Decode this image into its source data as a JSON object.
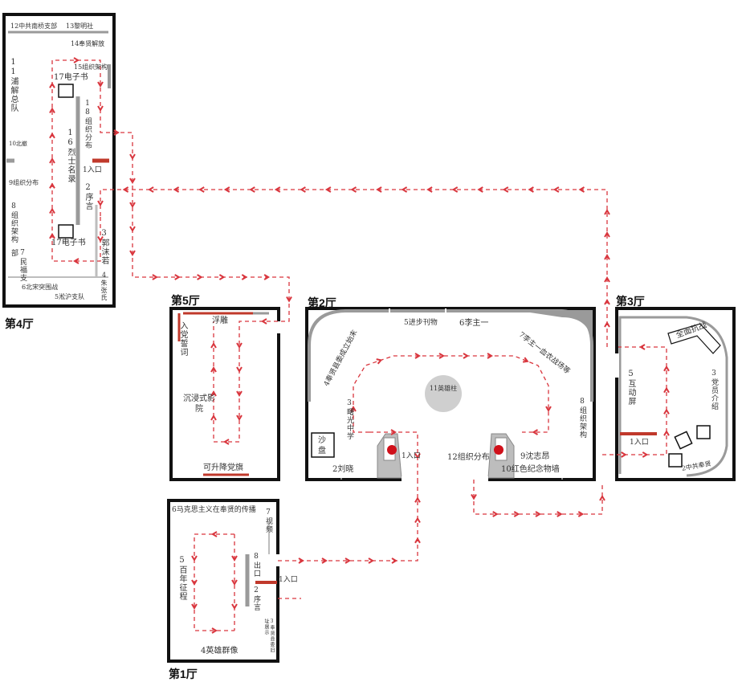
{
  "halls": {
    "h1": {
      "title": "第1厅"
    },
    "h2": {
      "title": "第2厅"
    },
    "h3": {
      "title": "第3厅"
    },
    "h4": {
      "title": "第4厅"
    },
    "h5": {
      "title": "第5厅"
    }
  },
  "hall4": {
    "l12": "12中共南桥支部",
    "l13": "13黎明社",
    "l14": "14奉贤解放",
    "l15": "15组织架构",
    "l11": "11浦解总队",
    "l17a": "17电子书",
    "l18": "18组织分布",
    "l10": "10北撤",
    "l16": "16烈士名录",
    "entry": "1入口",
    "l9": "9组织分布",
    "l2": "2序言",
    "l8": "8组织架构",
    "l3": "3郭沫若",
    "l7": "7民福支部",
    "l17b": "17电子书",
    "l4": "4朱张氏",
    "l6": "6北宋突围战",
    "l5": "5淞沪支队"
  },
  "hall5": {
    "top": "浮雕",
    "oath": "入党誓词",
    "cinema": "沉浸式影院",
    "flag": "可升降党旗"
  },
  "hall2": {
    "l5": "5进步刊物",
    "l6": "6李主一",
    "l7": "7李主一血衣战场等",
    "l4": "4奉贤县委成立始末",
    "pillar": "11英雄柱",
    "l3": "3曙光中学",
    "sand": "沙盘",
    "l8": "8组织架构",
    "entry": "1入口",
    "l12": "12组织分布",
    "l9": "9沈志昂",
    "l2": "2刘晓",
    "l10": "10红色纪念物墙"
  },
  "hall3": {
    "top": "全面抗战",
    "l3": "3党员介绍",
    "l5": "5互动屏",
    "entry": "1入口",
    "bottom": "2中共奉贤"
  },
  "hall1": {
    "l6": "6马克思主义在奉贤的传播",
    "l7": "7视频",
    "l5": "5百年征程",
    "l8": "8出口",
    "entry": "1入口",
    "l2": "2序言",
    "l3": "3奉贤县委旧址展示",
    "l4": "4英雄群像"
  },
  "colors": {
    "wall": "#111111",
    "gray": "#9a9a9a",
    "lightgray": "#bdbdbd",
    "entry": "#c0392b",
    "path": "#d9363e"
  }
}
